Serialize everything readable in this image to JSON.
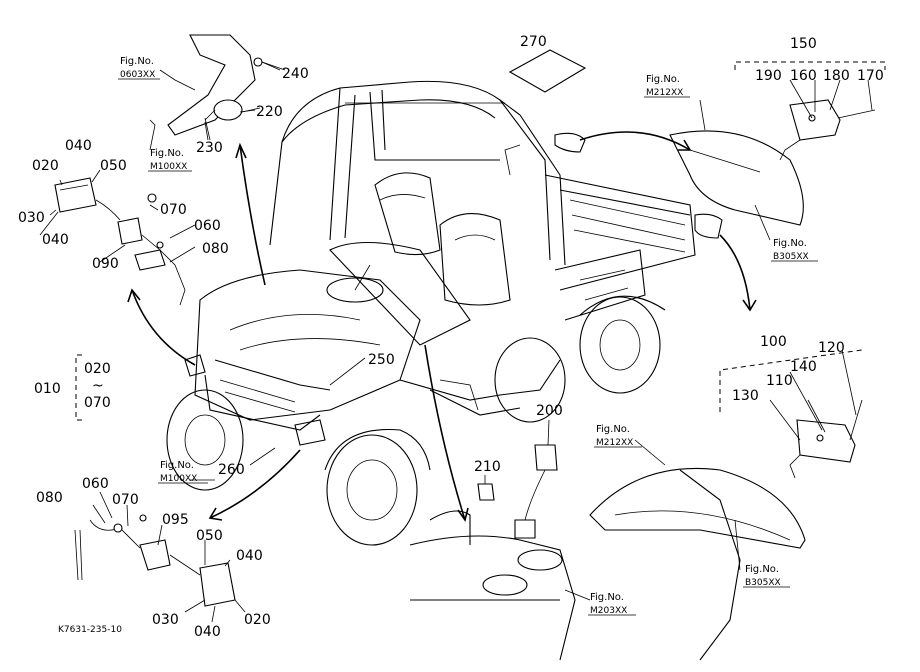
{
  "diagram": {
    "callouts": {
      "p240": "240",
      "p220": "220",
      "p230": "230",
      "p270": "270",
      "p150": "150",
      "p190": "190",
      "p160": "160",
      "p180": "180",
      "p170": "170",
      "p040a": "040",
      "p020a": "020",
      "p050a": "050",
      "p030a": "030",
      "p040b": "040",
      "p070a": "070",
      "p060a": "060",
      "p080a": "080",
      "p090": "090",
      "p010": "010",
      "p020r": "020",
      "ptilde": "~",
      "p070r": "070",
      "p250": "250",
      "p260": "260",
      "p210": "210",
      "p200": "200",
      "p100": "100",
      "p140": "140",
      "p120": "120",
      "p130": "130",
      "p110": "110",
      "p080b": "080",
      "p060b": "060",
      "p070b": "070",
      "p095": "095",
      "p050b": "050",
      "p040c": "040",
      "p030b": "030",
      "p040d": "040",
      "p020b": "020"
    },
    "references": {
      "ref0603_label": "Fig.No.",
      "ref0603_code": "0603XX",
      "refM100a_label": "Fig.No.",
      "refM100a_code": "M100XX",
      "refM212a_label": "Fig.No.",
      "refM212a_code": "M212XX",
      "refB305a_label": "Fig.No.",
      "refB305a_code": "B305XX",
      "refM100b_label": "Fig.No.",
      "refM100b_code": "M100XX",
      "refM212b_label": "Fig.No.",
      "refM212b_code": "M212XX",
      "refB305b_label": "Fig.No.",
      "refB305b_code": "B305XX",
      "refM203_label": "Fig.No.",
      "refM203_code": "M203XX"
    },
    "drawing_code": "K7631-235-10"
  }
}
